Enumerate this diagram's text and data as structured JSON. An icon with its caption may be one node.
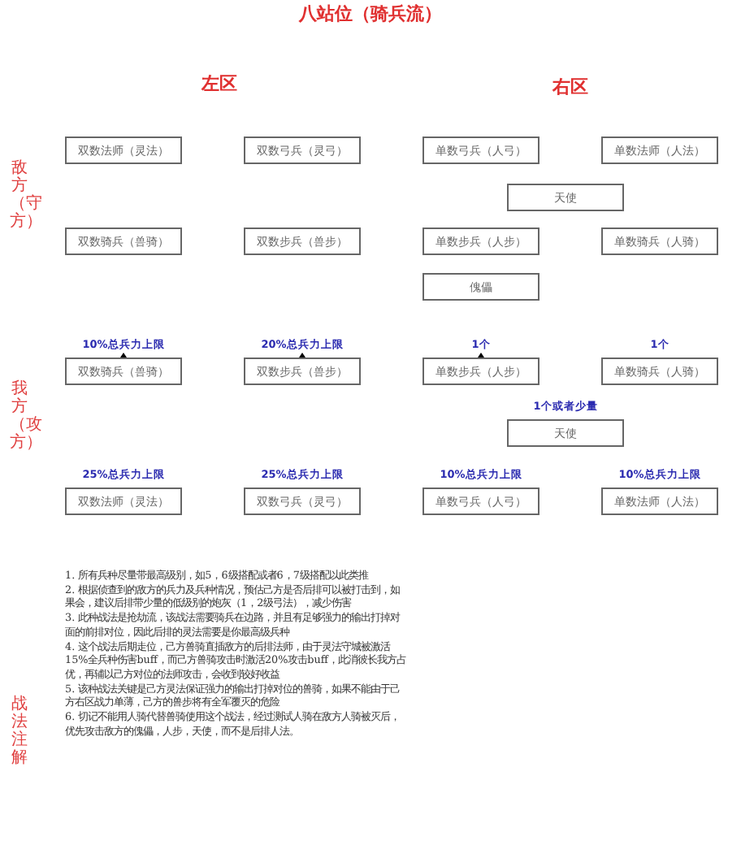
{
  "diagram": {
    "title": "八站位（骑兵流）",
    "nodes": [
      {
        "text": [
          "双数法师（灵法）"
        ]
      },
      {
        "text": [
          "双数弓兵（灵弓）"
        ]
      },
      {
        "text": [
          "单数弓兵（人弓）"
        ]
      },
      {
        "text": [
          "单数法师（人法）"
        ]
      },
      {
        "text": [
          "天使"
        ]
      },
      {
        "text": [
          "双数骑兵（兽骑）"
        ]
      },
      {
        "text": [
          "双数步兵（兽步）"
        ]
      },
      {
        "text": [
          "单数步兵（人步）"
        ]
      },
      {
        "text": [
          "单数骑兵（人骑）"
        ]
      },
      {
        "text": [
          "傀儡"
        ]
      },
      {
        "text": [
          "双数骑兵（兽骑）"
        ],
        "beside": [
          "10%总兵力上限"
        ]
      },
      {
        "text": [
          "双数步兵（兽步）"
        ],
        "beside": [
          "20%总兵力上限"
        ]
      },
      {
        "text": [
          "单数步兵（人步）"
        ],
        "beside": [
          "1个"
        ]
      },
      {
        "text": [
          "单数骑兵（人骑）"
        ],
        "beside": [
          "1个"
        ]
      },
      {
        "text": [
          "天使"
        ],
        "beside": [
          "1个或者少量"
        ]
      },
      {
        "text": [
          "双数法师（灵法）"
        ],
        "beside": [
          "25%总兵力上限"
        ]
      },
      {
        "text": [
          "双数弓兵（灵弓）"
        ],
        "beside": [
          "25%总兵力上限"
        ]
      },
      {
        "text": [
          "单数弓兵（人弓）"
        ],
        "beside": [
          "10%总兵力上限"
        ]
      },
      {
        "text": [
          "单数法师（人法）"
        ],
        "beside": [
          "10%总兵力上限"
        ]
      }
    ],
    "labels": [
      "左区",
      "右区",
      "敌方（守方）",
      "我方（攻方）",
      "战法注解",
      "1. 所有兵种尽量带最高级别，如5，6级搭配或者6，7级搭配以此类推",
      "2. 根据侦查到的敌方的兵力及兵种情况，预估己方是否后排可以被打击到，如果会，建议后排带少量的低级别的炮灰（1，2级弓法），减少伤害",
      "3. 此种战法是抢劫流，该战法需要骑兵在边路，并且有足够强力的输出打掉对面的前排对位，因此后排的灵法需要是你最高级兵种",
      "4. 这个战法后期走位，己方兽骑直插敌方的后排法师，由于灵法守城被激活15%全兵种伤害buff，而己方兽骑攻击时激活20%攻击buff，此消彼长我方占优，再辅以己方对位的法师攻击，会收到较好收益",
      "5. 该种战法关键是己方灵法保证强力的输出打掉对位的兽骑，如果不能由于己方右区战力单薄，己方的兽步将有全军覆灭的危险",
      "6. 切记不能用人骑代替兽骑使用这个战法，经过测试人骑在敌方人骑被灭后，优先攻击敌方的傀儡，人步，天使，而不是后排人法。"
    ]
  }
}
